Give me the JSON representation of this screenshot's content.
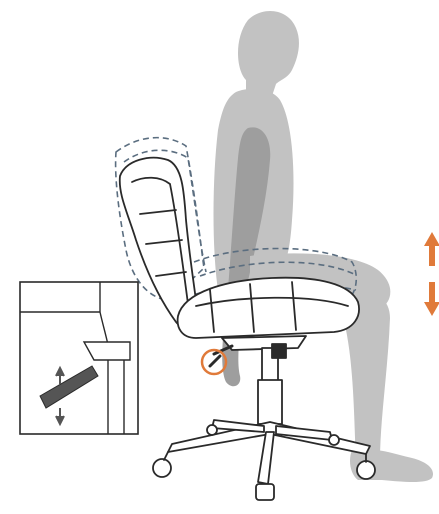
{
  "illustration": {
    "subject": "office-chair-height-adjustment",
    "colors": {
      "silhouette": "#c2c2c2",
      "silhouette_dark": "#9e9e9e",
      "line_art": "#2a2a2a",
      "dashed_outline": "#5b6e80",
      "accent": "#e07a3a"
    },
    "icons": [
      "person-silhouette",
      "chair",
      "gas-lift-lever",
      "up-down-arrow"
    ]
  }
}
